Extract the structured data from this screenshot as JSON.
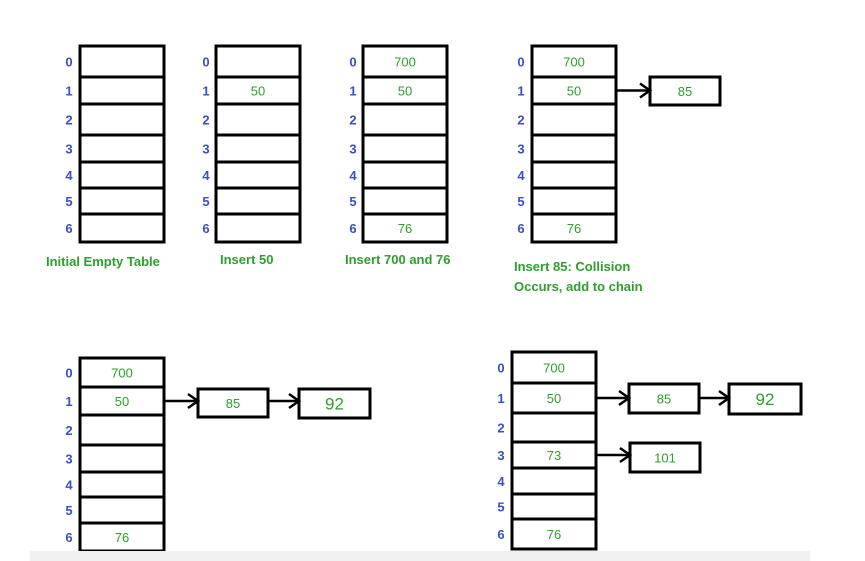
{
  "tables": [
    {
      "caption_lines": [
        "Initial Empty Table"
      ],
      "indices": [
        "0",
        "1",
        "2",
        "3",
        "4",
        "5",
        "6"
      ],
      "cells": [
        "",
        "",
        "",
        "",
        "",
        "",
        ""
      ],
      "chains": []
    },
    {
      "caption_lines": [
        "Insert 50"
      ],
      "indices": [
        "0",
        "1",
        "2",
        "3",
        "4",
        "5",
        "6"
      ],
      "cells": [
        "",
        "50",
        "",
        "",
        "",
        "",
        ""
      ],
      "chains": []
    },
    {
      "caption_lines": [
        "Insert 700 and 76"
      ],
      "indices": [
        "0",
        "1",
        "2",
        "3",
        "4",
        "5",
        "6"
      ],
      "cells": [
        "700",
        "50",
        "",
        "",
        "",
        "",
        "76"
      ],
      "chains": []
    },
    {
      "caption_lines": [
        "Insert 85: Collision",
        "Occurs, add to chain"
      ],
      "indices": [
        "0",
        "1",
        "2",
        "3",
        "4",
        "5",
        "6"
      ],
      "cells": [
        "700",
        "50",
        "",
        "",
        "",
        "",
        "76"
      ],
      "chains": [
        {
          "row": 1,
          "nodes": [
            "85"
          ]
        }
      ]
    },
    {
      "caption_lines": [],
      "indices": [
        "0",
        "1",
        "2",
        "3",
        "4",
        "5",
        "6"
      ],
      "cells": [
        "700",
        "50",
        "",
        "",
        "",
        "",
        "76"
      ],
      "chains": [
        {
          "row": 1,
          "nodes": [
            "85",
            "92"
          ]
        }
      ]
    },
    {
      "caption_lines": [],
      "indices": [
        "0",
        "1",
        "2",
        "3",
        "4",
        "5",
        "6"
      ],
      "cells": [
        "700",
        "50",
        "",
        "73",
        "",
        "",
        "76"
      ],
      "chains": [
        {
          "row": 1,
          "nodes": [
            "85",
            "92"
          ]
        },
        {
          "row": 3,
          "nodes": [
            "101"
          ]
        }
      ]
    }
  ]
}
